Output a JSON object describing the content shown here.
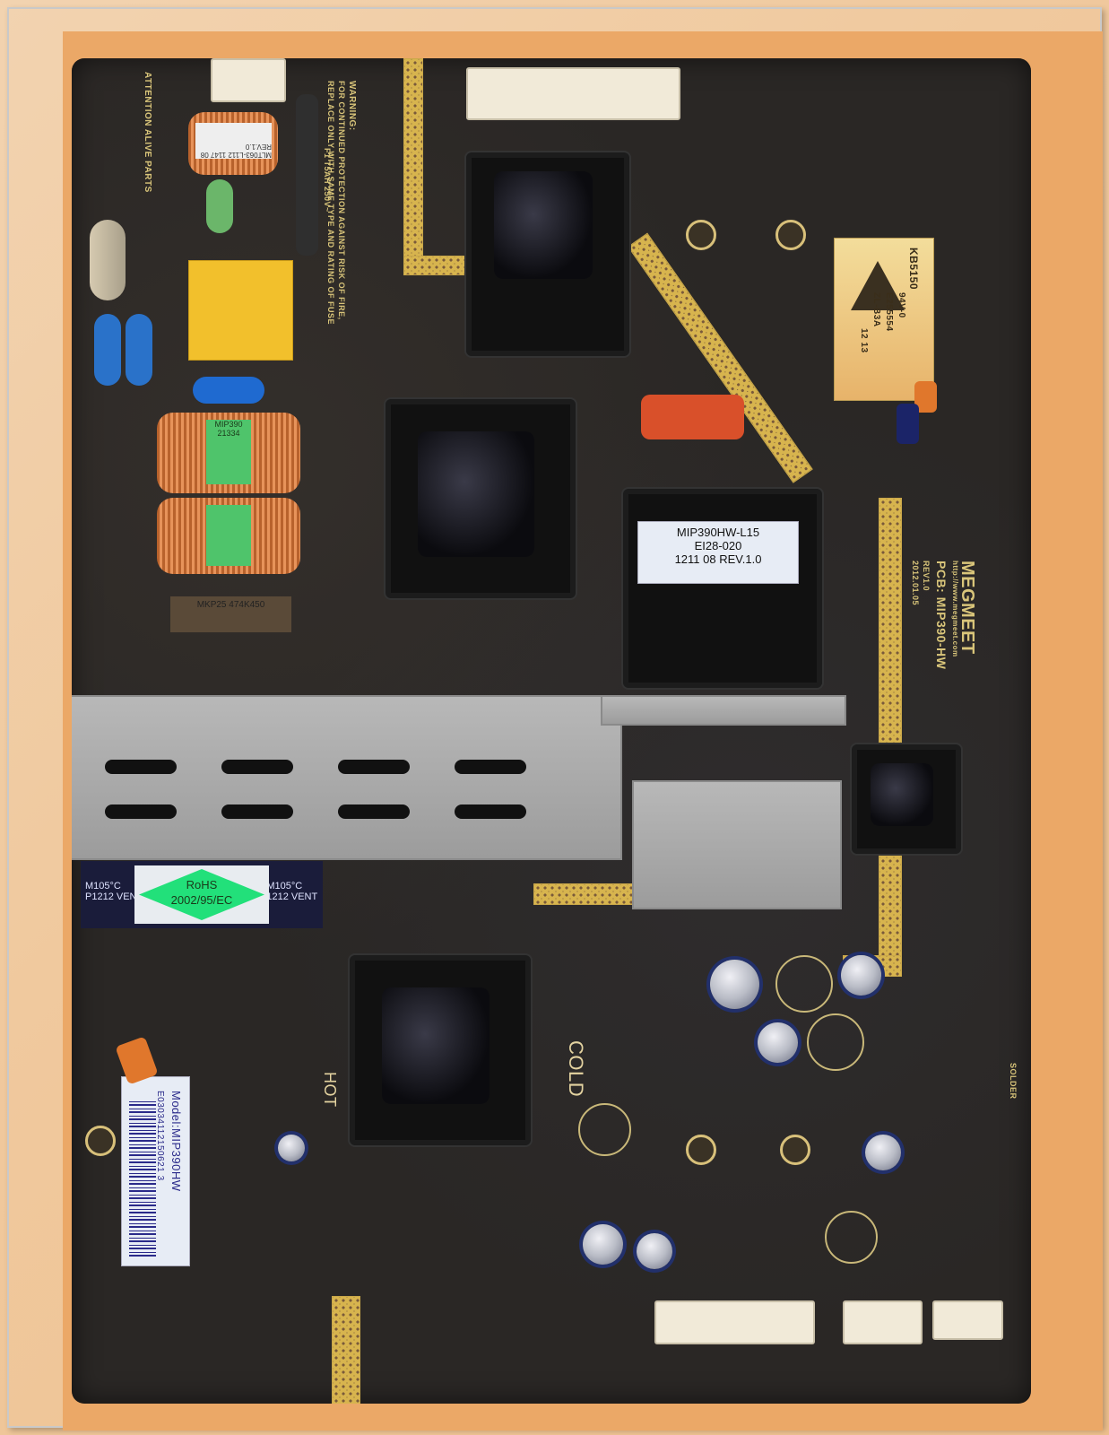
{
  "scene": {
    "subject": "Power supply printed circuit board (PCB)",
    "background_color": "#efc69b",
    "board_color": "#2a2725",
    "trace_color": "#d7b44e"
  },
  "board": {
    "brand": "MEGMEET",
    "pcb_model": "PCB: MIP390-HW",
    "rev": "REV1.0",
    "date": "2012.01.05",
    "url": "http://www.megmeet.com"
  },
  "transformer_label": {
    "line1": "MIP390HW-L15",
    "line2": "EI28-020",
    "line3": "1211 08 REV.1.0"
  },
  "model_sticker": {
    "model": "Model:MIP390HW",
    "serial": "E03034112150621 3"
  },
  "rohs_sticker": {
    "line1": "RoHS",
    "line2": "2002/95/EC",
    "diamond_color": "#22e07a"
  },
  "cqc_label": {
    "code": "KB5150",
    "rating": "94V-0",
    "file": "E255554",
    "id": "ZL-B3A",
    "date": "12 13"
  },
  "silkscreen": {
    "warning_title": "WARNING:",
    "warning_line1": "FOR CONTINUED PROTECTION AGAINST RISK OF FIRE,",
    "warning_line2": "REPLACE ONLY WITH SAME TYPE AND RATING OF FUSE",
    "fuse_rating": "F1 T5AH 250V~",
    "attention": "ATTENTION ALIVE PARTS",
    "cold": "COLD",
    "hot": "HOT",
    "solder": "SOLDER",
    "filter_cap": "MKP25 474K450",
    "toroid_top_label": "MLT063-L112 1147 08 REV.1.0",
    "choke_label": "MIP390 21334"
  },
  "capacitor_marks": {
    "left": "M105°C P1212 VENT",
    "right": "KM105°C P1212 VENT"
  }
}
